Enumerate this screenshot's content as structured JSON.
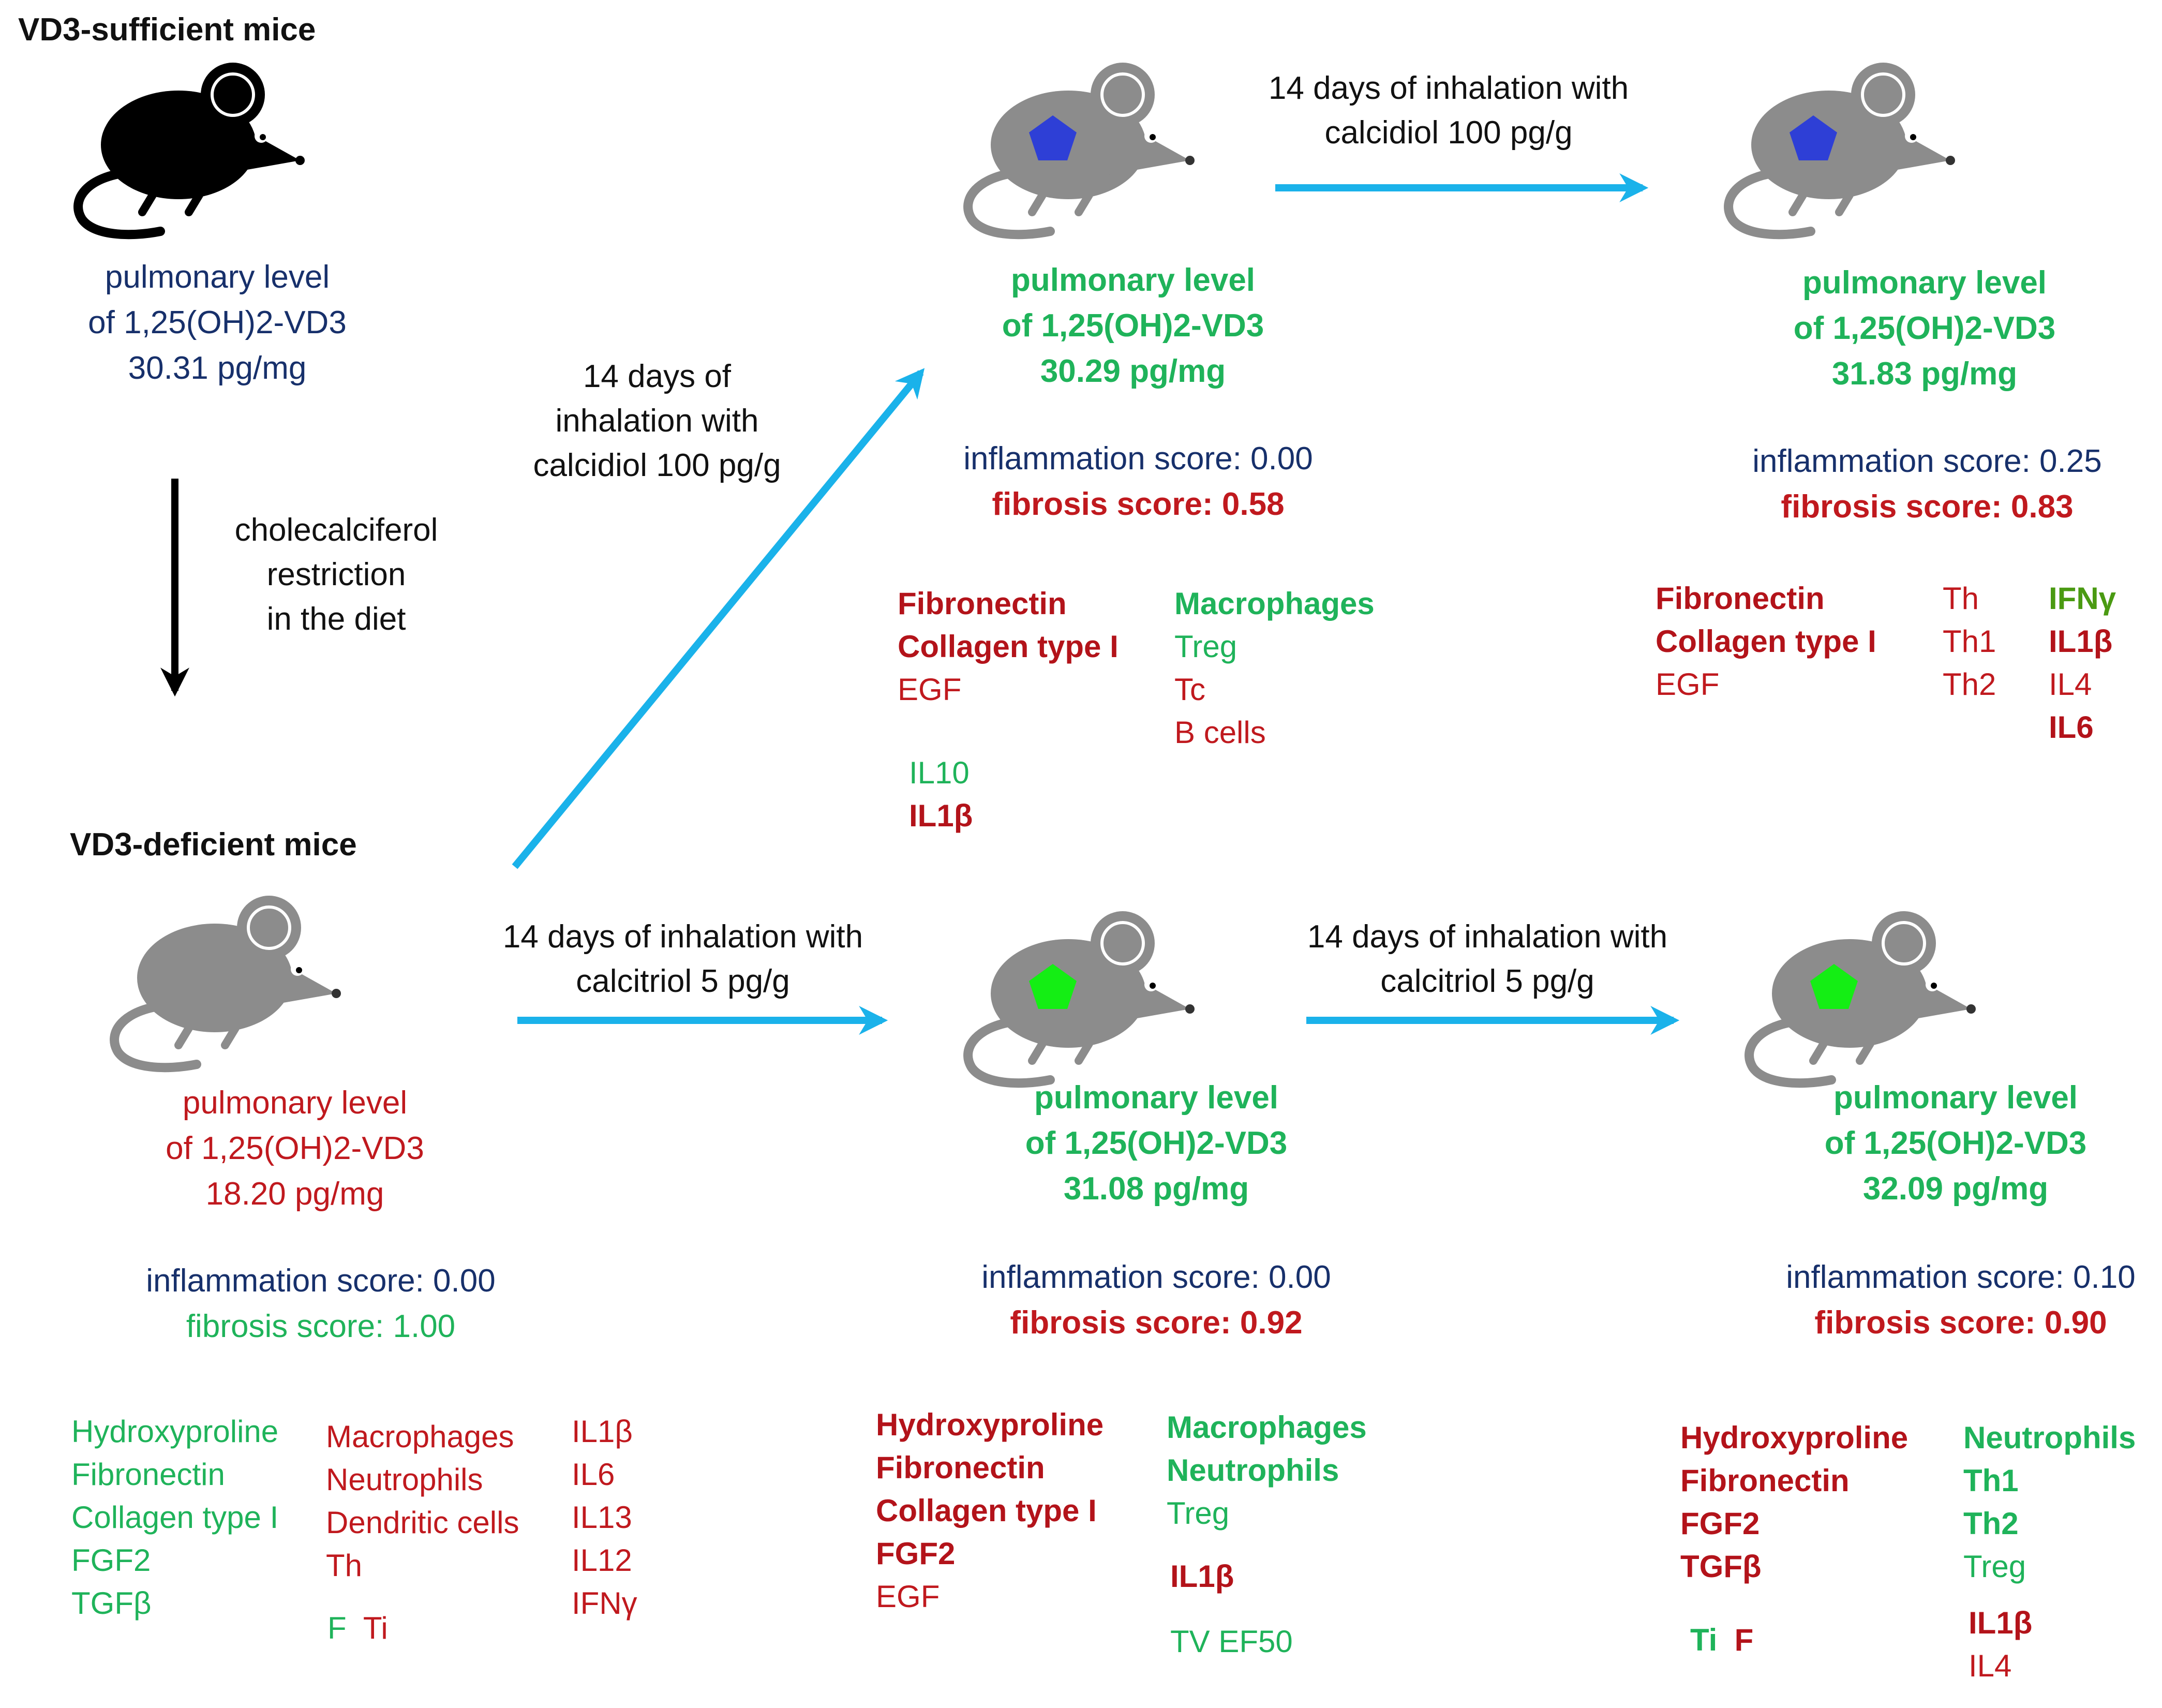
{
  "colors": {
    "arrow": "#1ab2ea",
    "black_arrow": "#000000",
    "mouse_black": "#000000",
    "mouse_grey": "#8c8c8c",
    "pentagon_blue": "#2e3fd6",
    "pentagon_green": "#14ee14",
    "text_navy": "#17306b",
    "text_red": "#c0191e",
    "text_green": "#1fb35a"
  },
  "sufficient": {
    "title": "VD3-sufficient mice",
    "level_l1": "pulmonary  level",
    "level_l2": "of 1,25(OH)2-VD3",
    "level_l3": "30.31 pg/mg"
  },
  "restriction": {
    "l1": "cholecalciferol",
    "l2": "restriction",
    "l3": "in the diet"
  },
  "deficient": {
    "title": "VD3-deficient mice",
    "level_l1": "pulmonary level",
    "level_l2": "of 1,25(OH)2-VD3",
    "level_l3": "18.20 pg/mg",
    "inflammation": "inflammation score:  0.00",
    "fibrosis": "fibrosis score: 1.00",
    "col1": [
      "Hydroxyproline",
      "Fibronectin",
      "Collagen type I",
      "FGF2",
      "TGFβ"
    ],
    "col2": [
      "Macrophages",
      "Neutrophils",
      "Dendritic cells",
      "Th"
    ],
    "col3": [
      "IL1β",
      "IL6",
      "IL13",
      "IL12",
      "IFNγ"
    ],
    "f": "F",
    "ti": "Ti"
  },
  "diag_arrow": {
    "l1": "14 days of",
    "l2": "inhalation with",
    "l3": "calcidiol 100 pg/g"
  },
  "calcidiol1": {
    "level_l1": "pulmonary level",
    "level_l2": "of 1,25(OH)2-VD3",
    "level_l3": "30.29 pg/mg",
    "inflammation": "inflammation score: 0.00",
    "fibrosis": "fibrosis score: 0.58",
    "col1": [
      "Fibronectin",
      "Collagen type I",
      "EGF"
    ],
    "col2": [
      "Macrophages",
      "Treg",
      "Tc",
      "B cells"
    ],
    "col3": [
      "IL10",
      "IL1β"
    ]
  },
  "top_arrow": {
    "l1": "14 days of inhalation with",
    "l2": "calcidiol 100 pg/g"
  },
  "calcidiol2": {
    "level_l1": "pulmonary level",
    "level_l2": "of 1,25(OH)2-VD3",
    "level_l3": "31.83 pg/mg",
    "inflammation": "inflammation score: 0.25",
    "fibrosis": "fibrosis score: 0.83",
    "col1": [
      "Fibronectin",
      "Collagen type I",
      "EGF"
    ],
    "col2": [
      "Th",
      "Th1",
      "Th2"
    ],
    "col3": [
      "IFNγ",
      "IL1β",
      "IL4",
      "IL6"
    ]
  },
  "mid_arrow": {
    "l1": "14 days of inhalation with",
    "l2": "calcitriol 5 pg/g"
  },
  "calcitriol1": {
    "level_l1": "pulmonary level",
    "level_l2": "of 1,25(OH)2-VD3",
    "level_l3": "31.08 pg/mg",
    "inflammation": "inflammation score: 0.00",
    "fibrosis": "fibrosis score: 0.92",
    "col1": [
      "Hydroxyproline",
      "Fibronectin",
      "Collagen type I",
      "FGF2",
      "EGF"
    ],
    "col2": [
      "Macrophages",
      "Neutrophils",
      "Treg"
    ],
    "il1b": "IL1β",
    "tv": "TV EF50"
  },
  "right_arrow": {
    "l1": "14 days of inhalation with",
    "l2": "calcitriol 5 pg/g"
  },
  "calcitriol2": {
    "level_l1": "pulmonary level",
    "level_l2": "of 1,25(OH)2-VD3",
    "level_l3": "32.09 pg/mg",
    "inflammation": "inflammation score: 0.10",
    "fibrosis": "fibrosis score: 0.90",
    "col1": [
      "Hydroxyproline",
      "Fibronectin",
      "FGF2",
      "TGFβ"
    ],
    "col2": [
      "Neutrophils",
      "Th1",
      "Th2",
      "Treg"
    ],
    "ti": "Ti",
    "f": "F",
    "col3": [
      "IL1β",
      "IL4"
    ]
  }
}
